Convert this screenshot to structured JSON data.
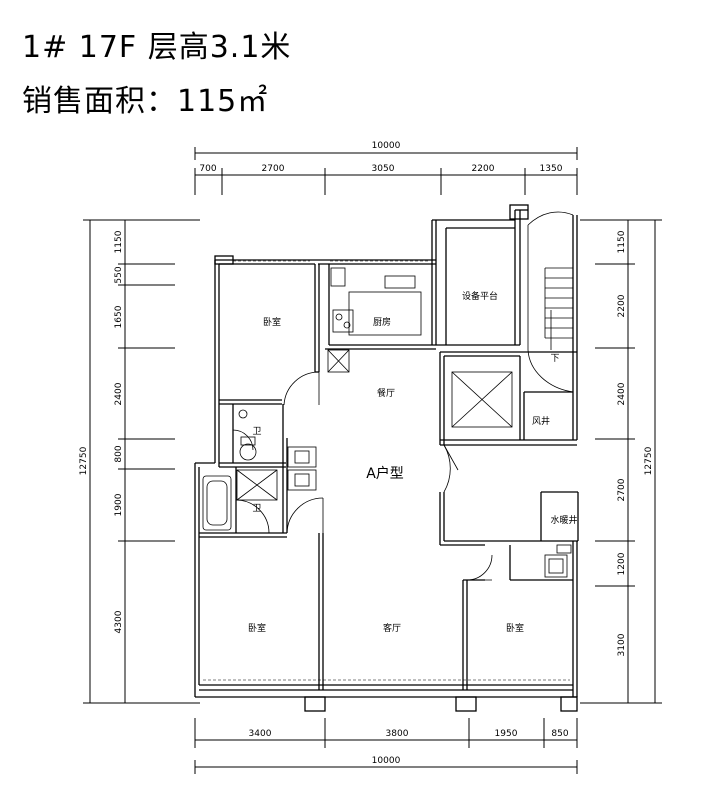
{
  "header": {
    "building_info": "1# 17F 层高3.1米",
    "sales_area": "销售面积：115㎡"
  },
  "unit_type": "A户型",
  "rooms": {
    "bedroom_nw": "卧室",
    "kitchen": "厨房",
    "equipment_platform": "设备平台",
    "dining": "餐厅",
    "bathroom_upper": "卫",
    "bathroom_lower": "卫",
    "air_shaft": "风井",
    "stair_down": "下",
    "water_shaft": "水暖井",
    "bedroom_sw": "卧室",
    "living_room": "客厅",
    "bedroom_se": "卧室"
  },
  "dimensions": {
    "top_total": "10000",
    "top_segments": [
      "700",
      "2700",
      "3050",
      "2200",
      "1350"
    ],
    "bottom_segments": [
      "3400",
      "3800",
      "1950",
      "850"
    ],
    "bottom_total": "10000",
    "left_total": "12750",
    "left_segments": [
      "1150",
      "550",
      "1650",
      "2400",
      "800",
      "1900",
      "4300"
    ],
    "right_total": "12750",
    "right_segments": [
      "1150",
      "2200",
      "2400",
      "2700",
      "1200",
      "3100"
    ]
  }
}
